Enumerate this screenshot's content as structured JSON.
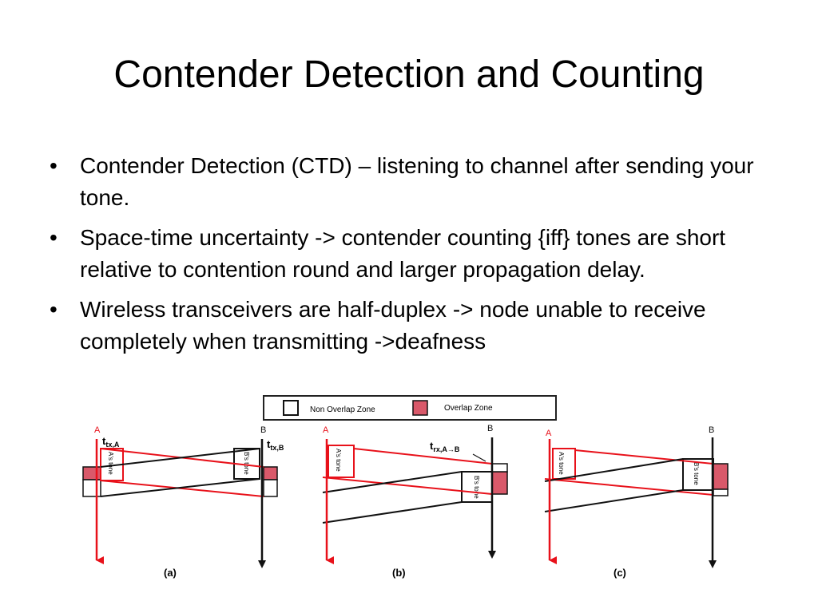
{
  "slide": {
    "title": "Contender Detection and Counting",
    "bullets": [
      "Contender Detection (CTD) – listening to channel after sending your tone.",
      "Space-time uncertainty -> contender counting {iff} tones are short relative to contention round and larger propagation delay.",
      "Wireless transceivers are half-duplex -> node unable to receive completely when transmitting ->deafness"
    ]
  },
  "figure": {
    "legend": {
      "non_overlap": "Non Overlap Zone",
      "overlap": "Overlap Zone"
    },
    "node_a": "A",
    "node_b": "B",
    "a_tone": "A's tone",
    "b_tone": "B's tone",
    "t_letter": "t",
    "ttx_a_sub": "tx,A",
    "ttx_b_sub": "tx,B",
    "trx_sub": "rx,A→B",
    "cap_a": "(a)",
    "cap_b": "(b)",
    "cap_c": "(c)"
  },
  "colors": {
    "red": "#e8111a",
    "overlap": "#d9596a",
    "black": "#111111"
  }
}
